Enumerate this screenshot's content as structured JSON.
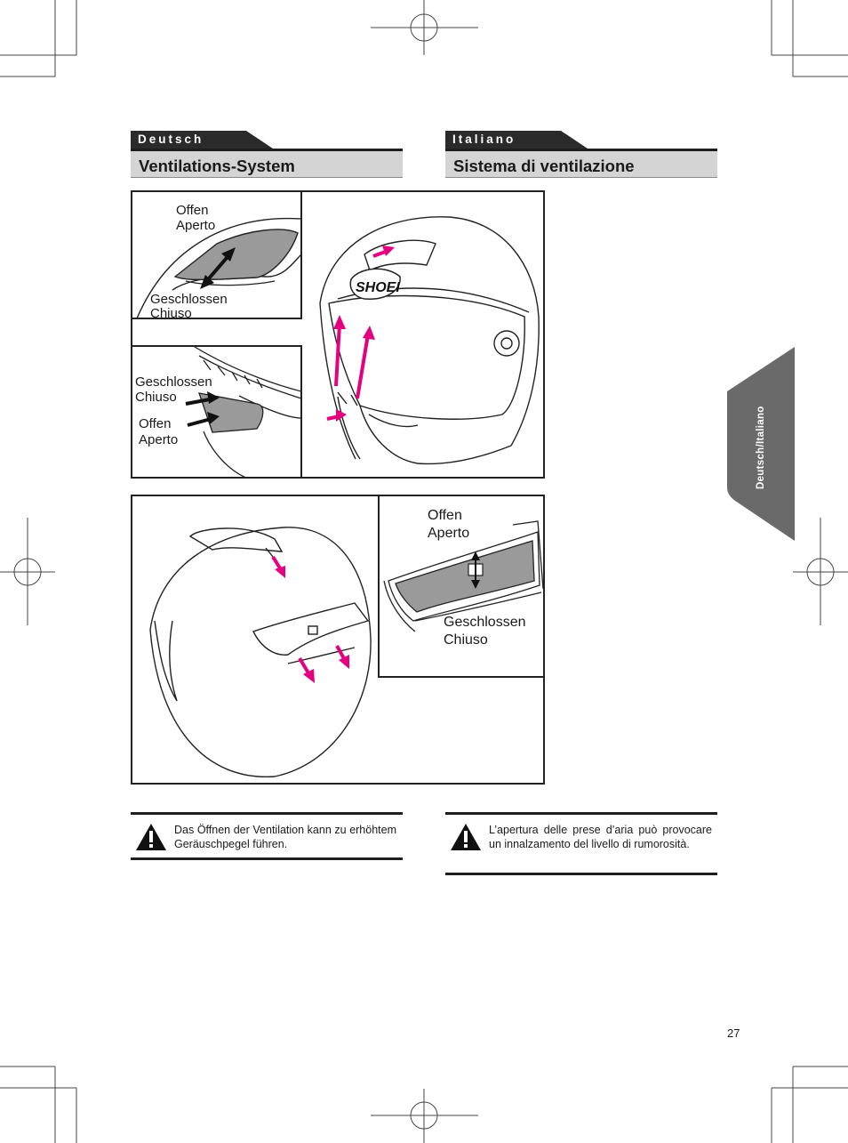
{
  "colors": {
    "header_bar": "#2b2b2b",
    "title_band": "#d4d4d4",
    "accent_arrow": "#e4007f",
    "side_tab": "#6a6a6a",
    "vent_fill": "#9a9a9a"
  },
  "left": {
    "lang": "Deutsch",
    "title": "Ventilations-System",
    "warning": "Das Öffnen der Ventilation kann zu erhöhtem Geräuschpegel führen."
  },
  "right": {
    "lang": "Italiano",
    "title": "Sistema di ventilazione",
    "warning": "L’apertura delle prese d’aria può provocare un innalzamento del livello di rumorosità."
  },
  "figure1": {
    "top_vent": {
      "open_de": "Offen",
      "open_it": "Aperto",
      "closed_de": "Geschlossen",
      "closed_it": "Chiuso"
    },
    "chin_vent": {
      "closed_de": "Geschlossen",
      "closed_it": "Chiuso",
      "open_de": "Offen",
      "open_it": "Aperto"
    },
    "brand_logo": "SHOEI"
  },
  "figure2": {
    "rear_vent": {
      "open_de": "Offen",
      "open_it": "Aperto",
      "closed_de": "Geschlossen",
      "closed_it": "Chiuso"
    }
  },
  "side_tab": "Deutsch/Italiano",
  "page_number": "27",
  "icons": [
    "warning-icon"
  ]
}
